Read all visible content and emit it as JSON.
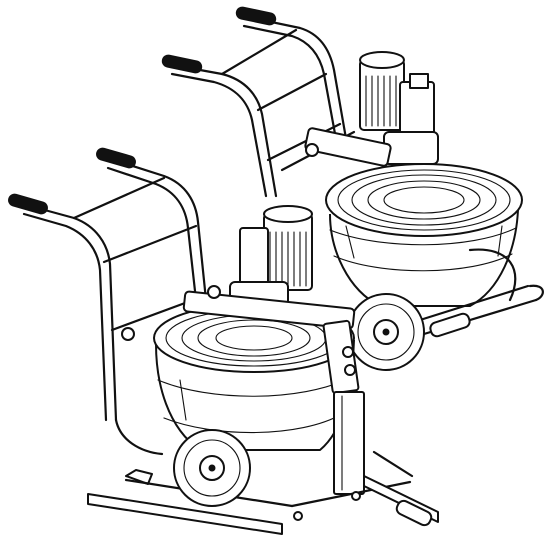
{
  "figure": {
    "subject": "two-wheeled-cart-mixers",
    "colors": {
      "stroke": "#111111",
      "background": "#ffffff"
    },
    "units": [
      {
        "id": "rear-mixer"
      },
      {
        "id": "front-mixer"
      }
    ]
  }
}
